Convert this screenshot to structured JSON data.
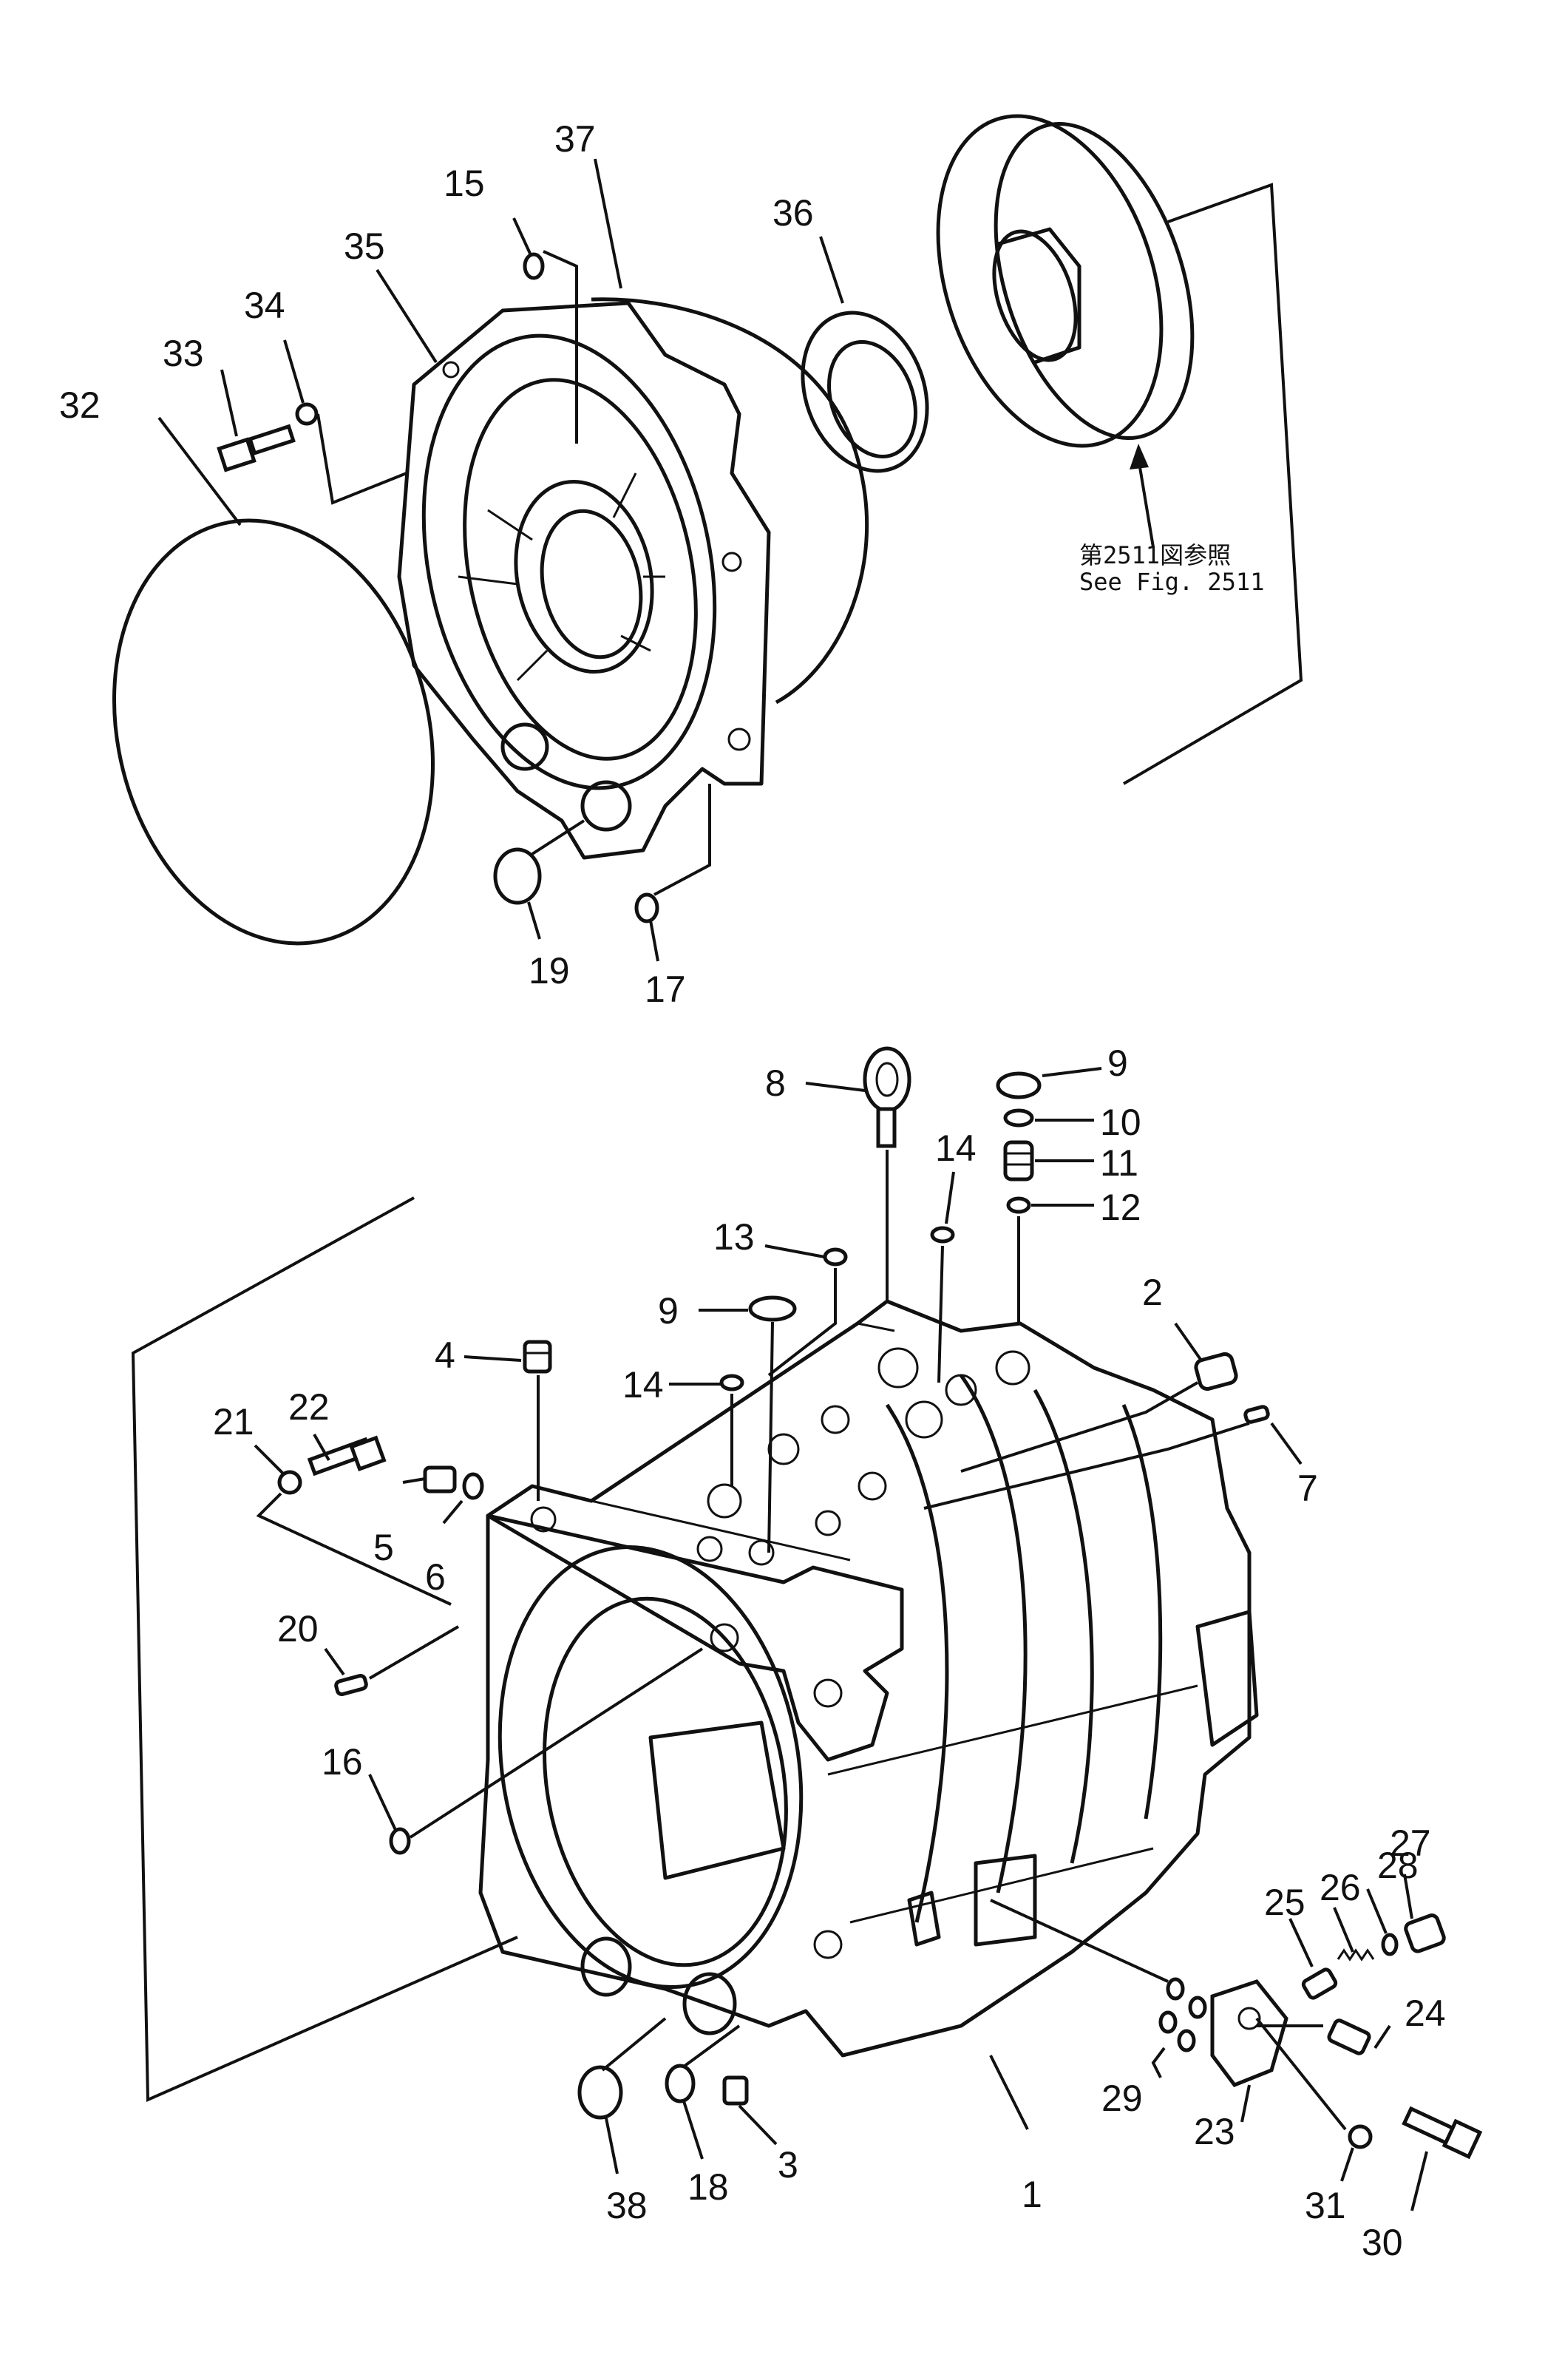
{
  "reference_note": {
    "line1": "第2511図参照",
    "line2": "See Fig. 2511"
  },
  "labels": {
    "l1": "1",
    "l2": "2",
    "l3": "3",
    "l4": "4",
    "l5": "5",
    "l6": "6",
    "l7": "7",
    "l8": "8",
    "l9a": "9",
    "l9b": "9",
    "l10": "10",
    "l11": "11",
    "l12": "12",
    "l13": "13",
    "l14a": "14",
    "l14b": "14",
    "l15": "15",
    "l16": "16",
    "l17": "17",
    "l18": "18",
    "l19": "19",
    "l20": "20",
    "l21": "21",
    "l22": "22",
    "l23": "23",
    "l24": "24",
    "l25": "25",
    "l26": "26",
    "l27": "27",
    "l28": "28",
    "l29": "29",
    "l30": "30",
    "l31": "31",
    "l32": "32",
    "l33": "33",
    "l34": "34",
    "l35": "35",
    "l36": "36",
    "l37": "37",
    "l38": "38"
  }
}
